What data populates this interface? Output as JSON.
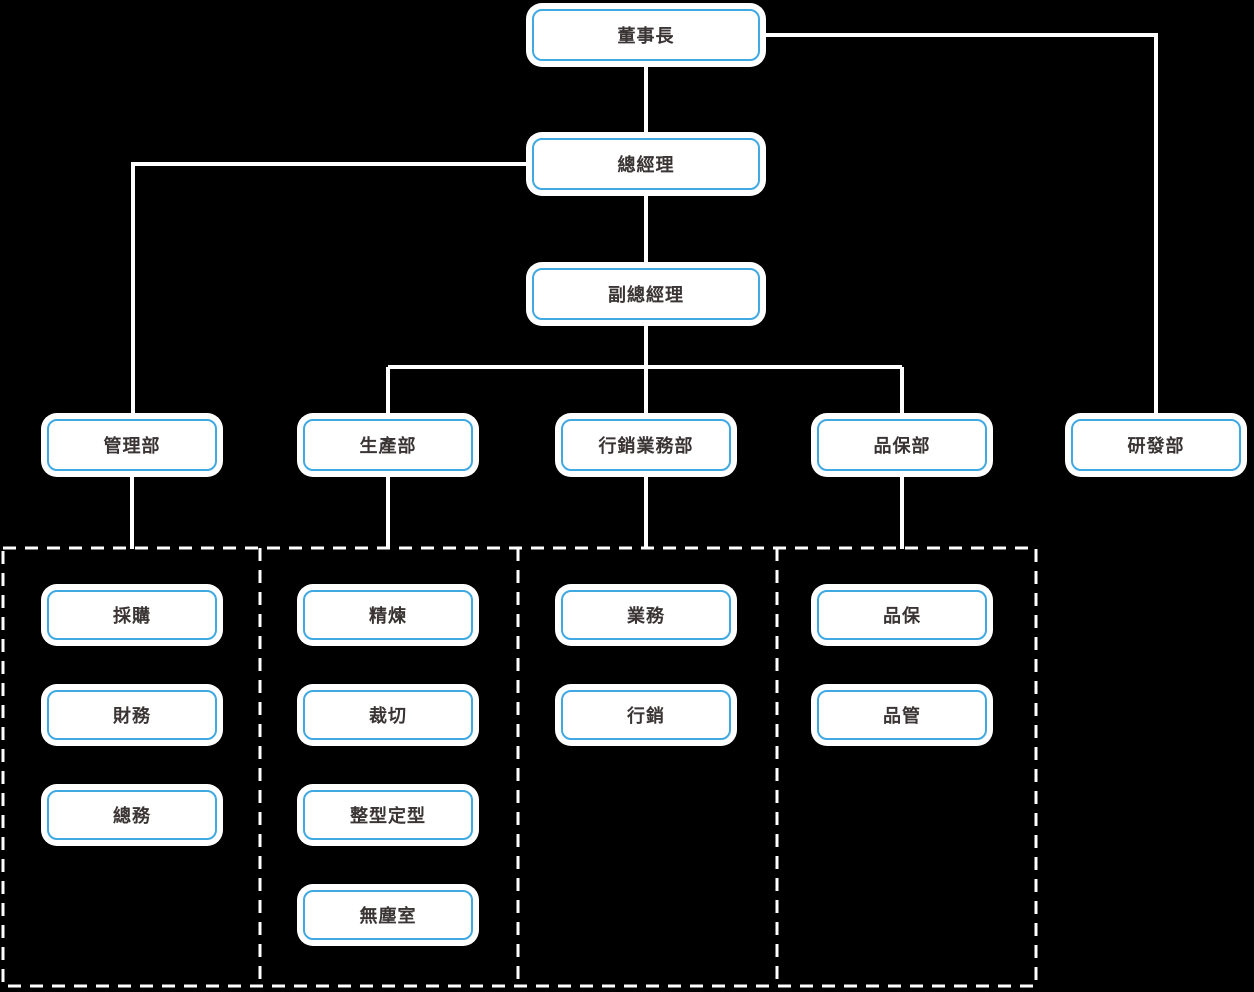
{
  "org": {
    "level1": {
      "label": "董事長"
    },
    "level2": {
      "label": "總經理"
    },
    "level3": {
      "label": "副總經理"
    },
    "departments": [
      {
        "name": "管理部",
        "units": [
          "採購",
          "財務",
          "總務"
        ]
      },
      {
        "name": "生產部",
        "units": [
          "精煉",
          "裁切",
          "整型定型",
          "無塵室"
        ]
      },
      {
        "name": "行銷業務部",
        "units": [
          "業務",
          "行銷"
        ]
      },
      {
        "name": "品保部",
        "units": [
          "品保",
          "品管"
        ]
      },
      {
        "name": "研發部",
        "units": []
      }
    ]
  },
  "colors": {
    "background": "#000000",
    "connector_line": "#ffffff",
    "dashed_boundary": "#ffffff",
    "box_fill": "#ffffff",
    "box_border": "#41a9e2",
    "box_halo": "#ffffff",
    "text": "#3a3534"
  }
}
